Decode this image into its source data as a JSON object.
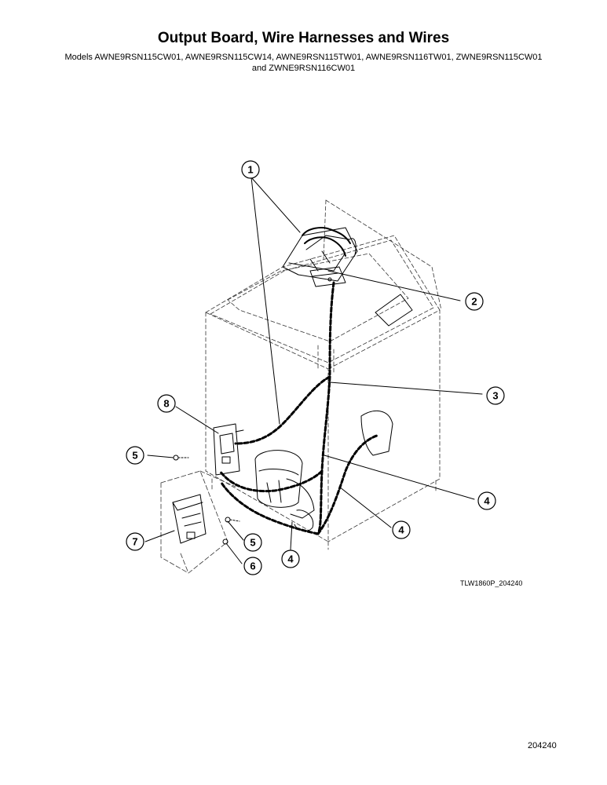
{
  "title": "Output Board, Wire Harnesses and Wires",
  "models_line1": "Models AWNE9RSN115CW01, AWNE9RSN115CW14, AWNE9RSN115TW01, AWNE9RSN116TW01, ZWNE9RSN115CW01",
  "models_line2": "and ZWNE9RSN116CW01",
  "drawing_code": "TLW1860P_204240",
  "page_number": "204240",
  "callouts": [
    {
      "id": "c1",
      "label": "1"
    },
    {
      "id": "c2",
      "label": "2"
    },
    {
      "id": "c3",
      "label": "3"
    },
    {
      "id": "c4a",
      "label": "4"
    },
    {
      "id": "c4b",
      "label": "4"
    },
    {
      "id": "c4c",
      "label": "4"
    },
    {
      "id": "c5a",
      "label": "5"
    },
    {
      "id": "c5b",
      "label": "5"
    },
    {
      "id": "c6",
      "label": "6"
    },
    {
      "id": "c7",
      "label": "7"
    },
    {
      "id": "c8",
      "label": "8"
    }
  ]
}
